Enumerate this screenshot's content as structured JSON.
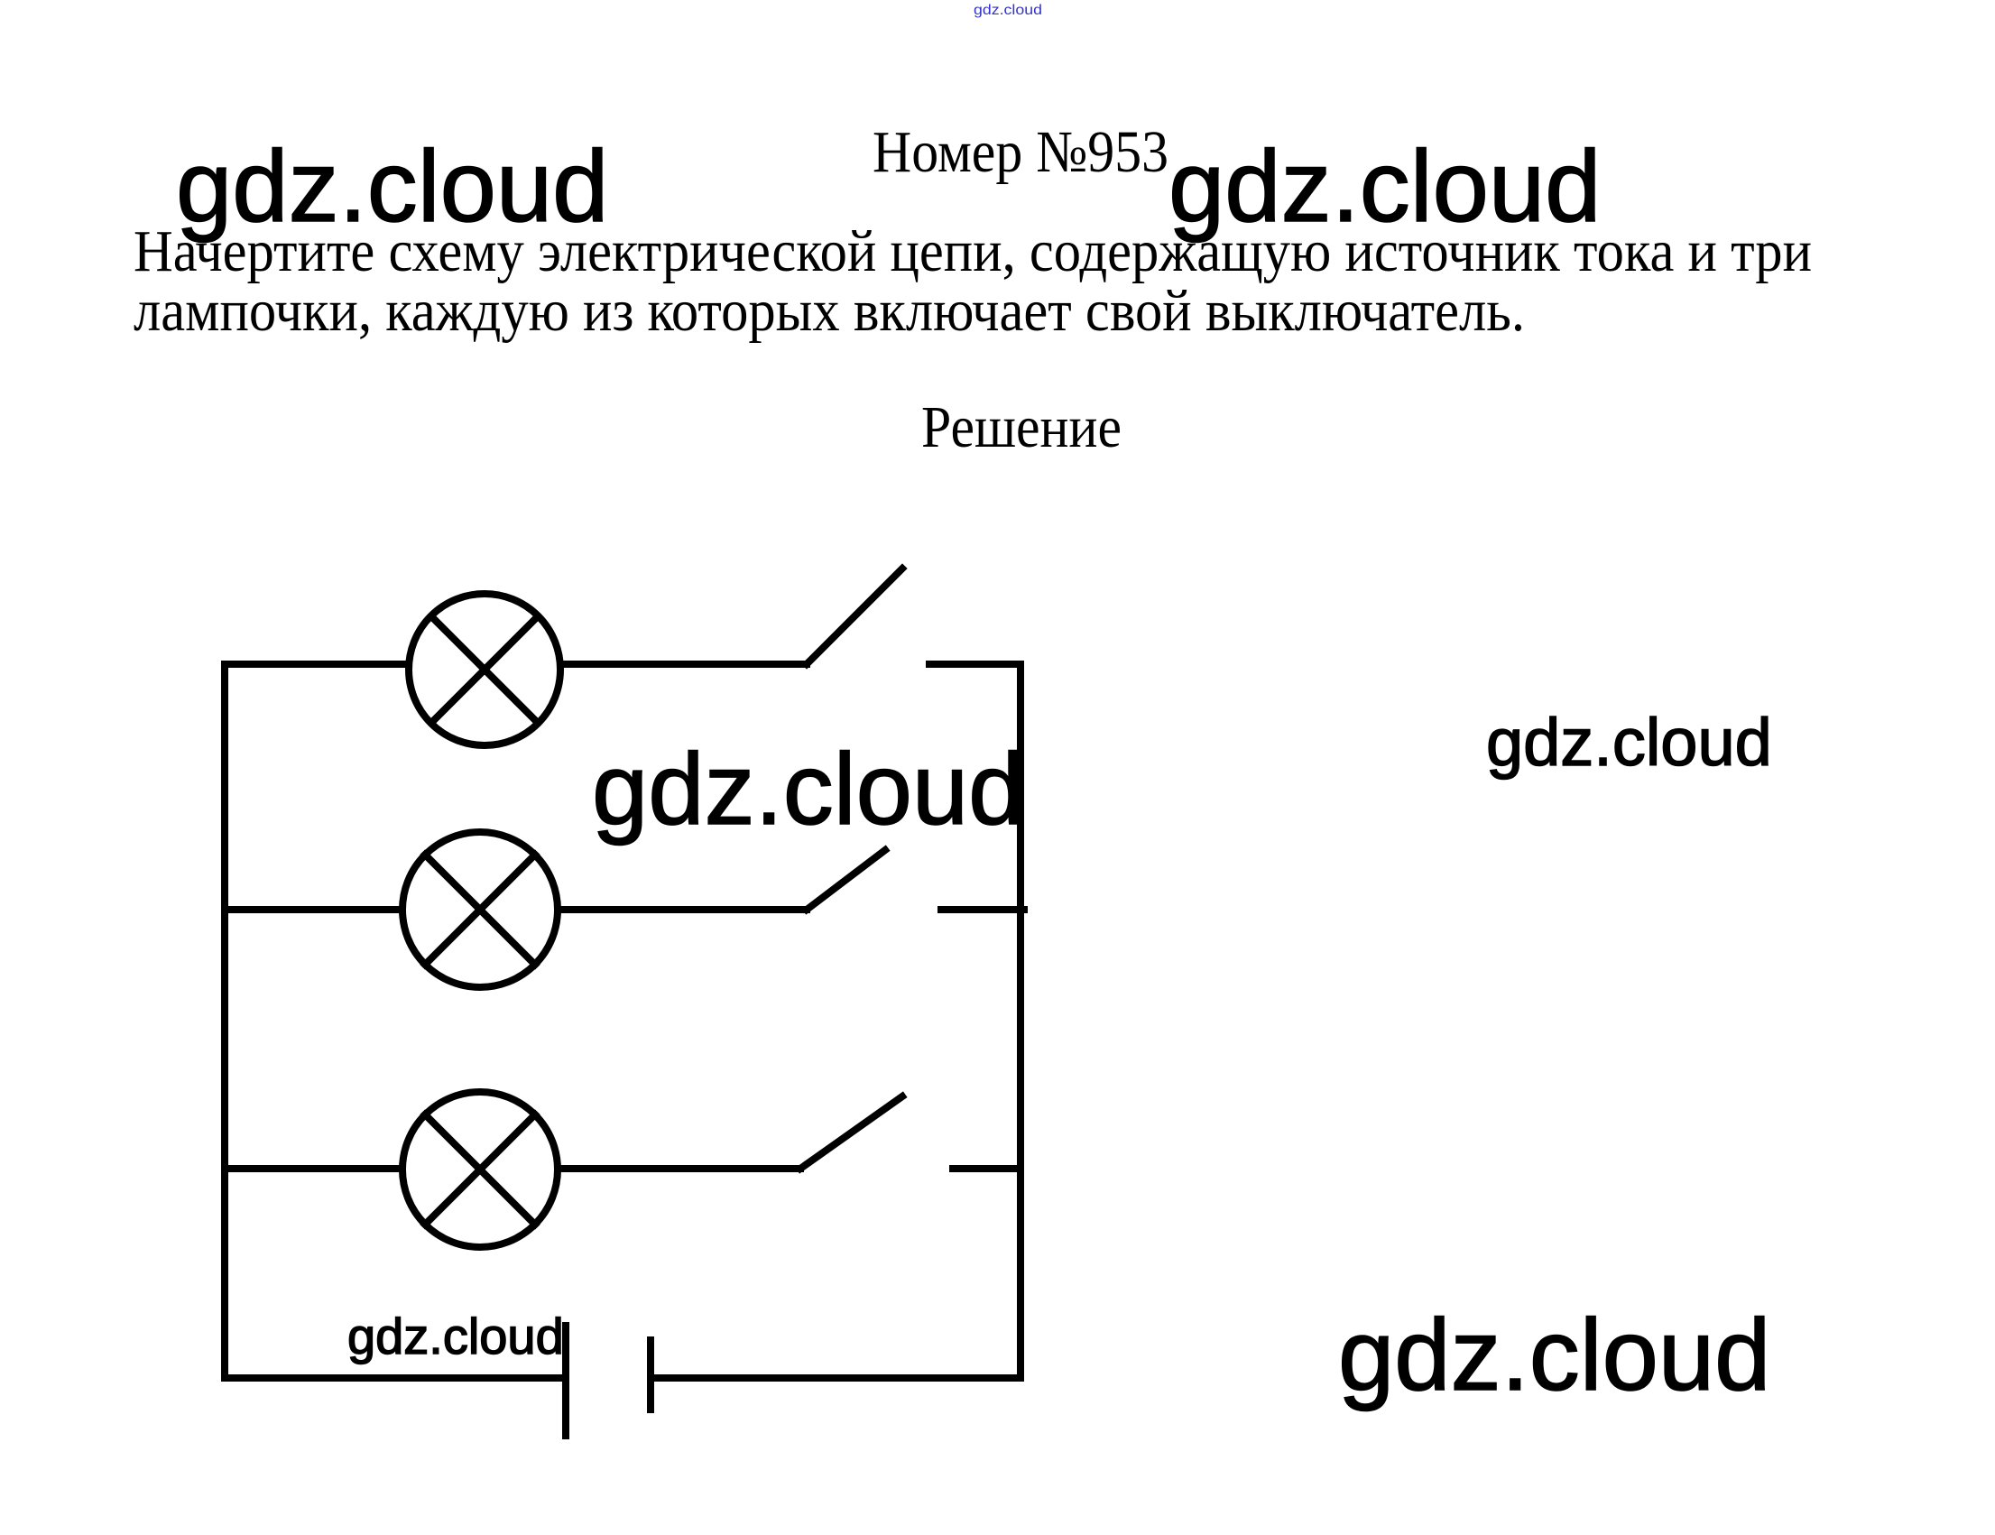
{
  "header_link": "gdz.cloud",
  "title": "Номер №953",
  "task": {
    "line1": "Начертите схему электрической цепи, содержащую источник тока и три",
    "line2": "лампочки, каждую из которых включает свой выключатель."
  },
  "solution_heading": "Решение",
  "watermarks": [
    "gdz.cloud",
    "gdz.cloud",
    "gdz.cloud",
    "gdz.cloud",
    "gdz.cloud",
    "gdz.cloud"
  ],
  "diagram": {
    "lamps": 3,
    "switches": 3,
    "switch_state": "open",
    "source": "battery"
  },
  "colors": {
    "text": "#000000",
    "link": "#3333cc"
  }
}
